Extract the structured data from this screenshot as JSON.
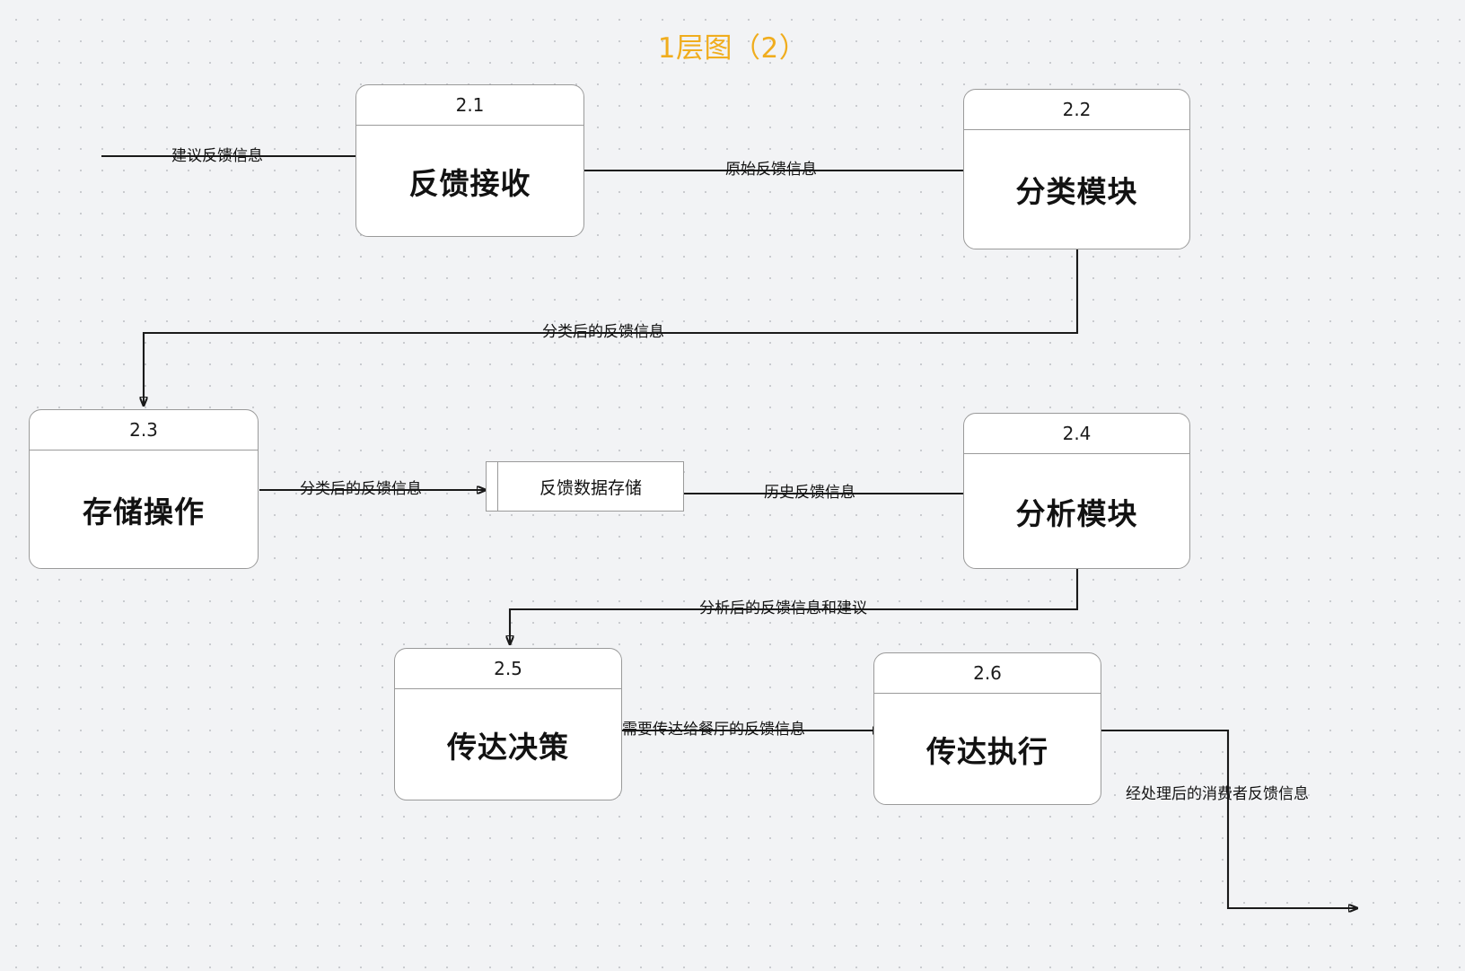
{
  "diagram": {
    "title": "1层图（2）",
    "title_color": "#f0ad1e",
    "type": "data-flow-diagram",
    "background_color": "#f2f3f5"
  },
  "processes": [
    {
      "id": "2.1",
      "name": "反馈接收"
    },
    {
      "id": "2.2",
      "name": "分类模块"
    },
    {
      "id": "2.3",
      "name": "存储操作"
    },
    {
      "id": "2.4",
      "name": "分析模块"
    },
    {
      "id": "2.5",
      "name": "传达决策"
    },
    {
      "id": "2.6",
      "name": "传达执行"
    }
  ],
  "data_stores": [
    {
      "id": "ds1",
      "name": "反馈数据存储"
    }
  ],
  "flows": [
    {
      "id": "f1",
      "label": "建议反馈信息",
      "from": "external",
      "to": "2.1"
    },
    {
      "id": "f2",
      "label": "原始反馈信息",
      "from": "2.1",
      "to": "2.2"
    },
    {
      "id": "f3",
      "label": "分类后的反馈信息",
      "from": "2.2",
      "to": "2.3"
    },
    {
      "id": "f4",
      "label": "分类后的反馈信息",
      "from": "2.3",
      "to": "ds1"
    },
    {
      "id": "f5",
      "label": "历史反馈信息",
      "from": "ds1",
      "to": "2.4"
    },
    {
      "id": "f6",
      "label": "分析后的反馈信息和建议",
      "from": "2.4",
      "to": "2.5"
    },
    {
      "id": "f7",
      "label": "需要传达给餐厅的反馈信息",
      "from": "2.5",
      "to": "2.6"
    },
    {
      "id": "f8",
      "label": "经处理后的消费者反馈信息",
      "from": "2.6",
      "to": "external"
    }
  ]
}
